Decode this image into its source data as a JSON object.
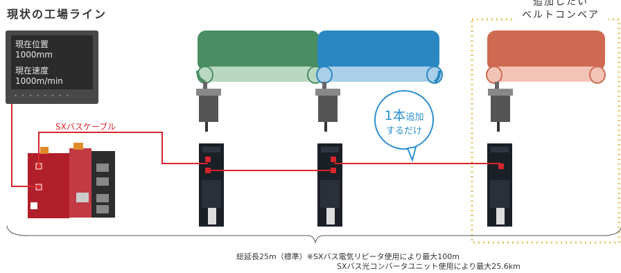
{
  "title": "現状の工場ライン",
  "add_label": [
    "追加したい",
    "ベルトコンベア"
  ],
  "hmi": {
    "position_label": "現在位置",
    "position_value": "1000mm",
    "speed_label": "現在速度",
    "speed_value": "1000m/min",
    "dots": "••••••••"
  },
  "cable_label": "SXバスケーブル",
  "bubble": {
    "big": "1本",
    "small": "追加",
    "line2": "するだけ"
  },
  "notes": {
    "line1": "総延長25m（標準）※SXバス電気リピータ使用により最大100m",
    "line2": "SXバス光コンバータユニット使用により最大25.6km"
  },
  "colors": {
    "cable": "#d7252d",
    "conveyor_green": "#4a8d63",
    "conveyor_blue": "#2b87c2",
    "conveyor_orange": "#cf6a52",
    "dotted_frame": "#e6c25a",
    "bubble_stroke": "#2a8fcf"
  }
}
